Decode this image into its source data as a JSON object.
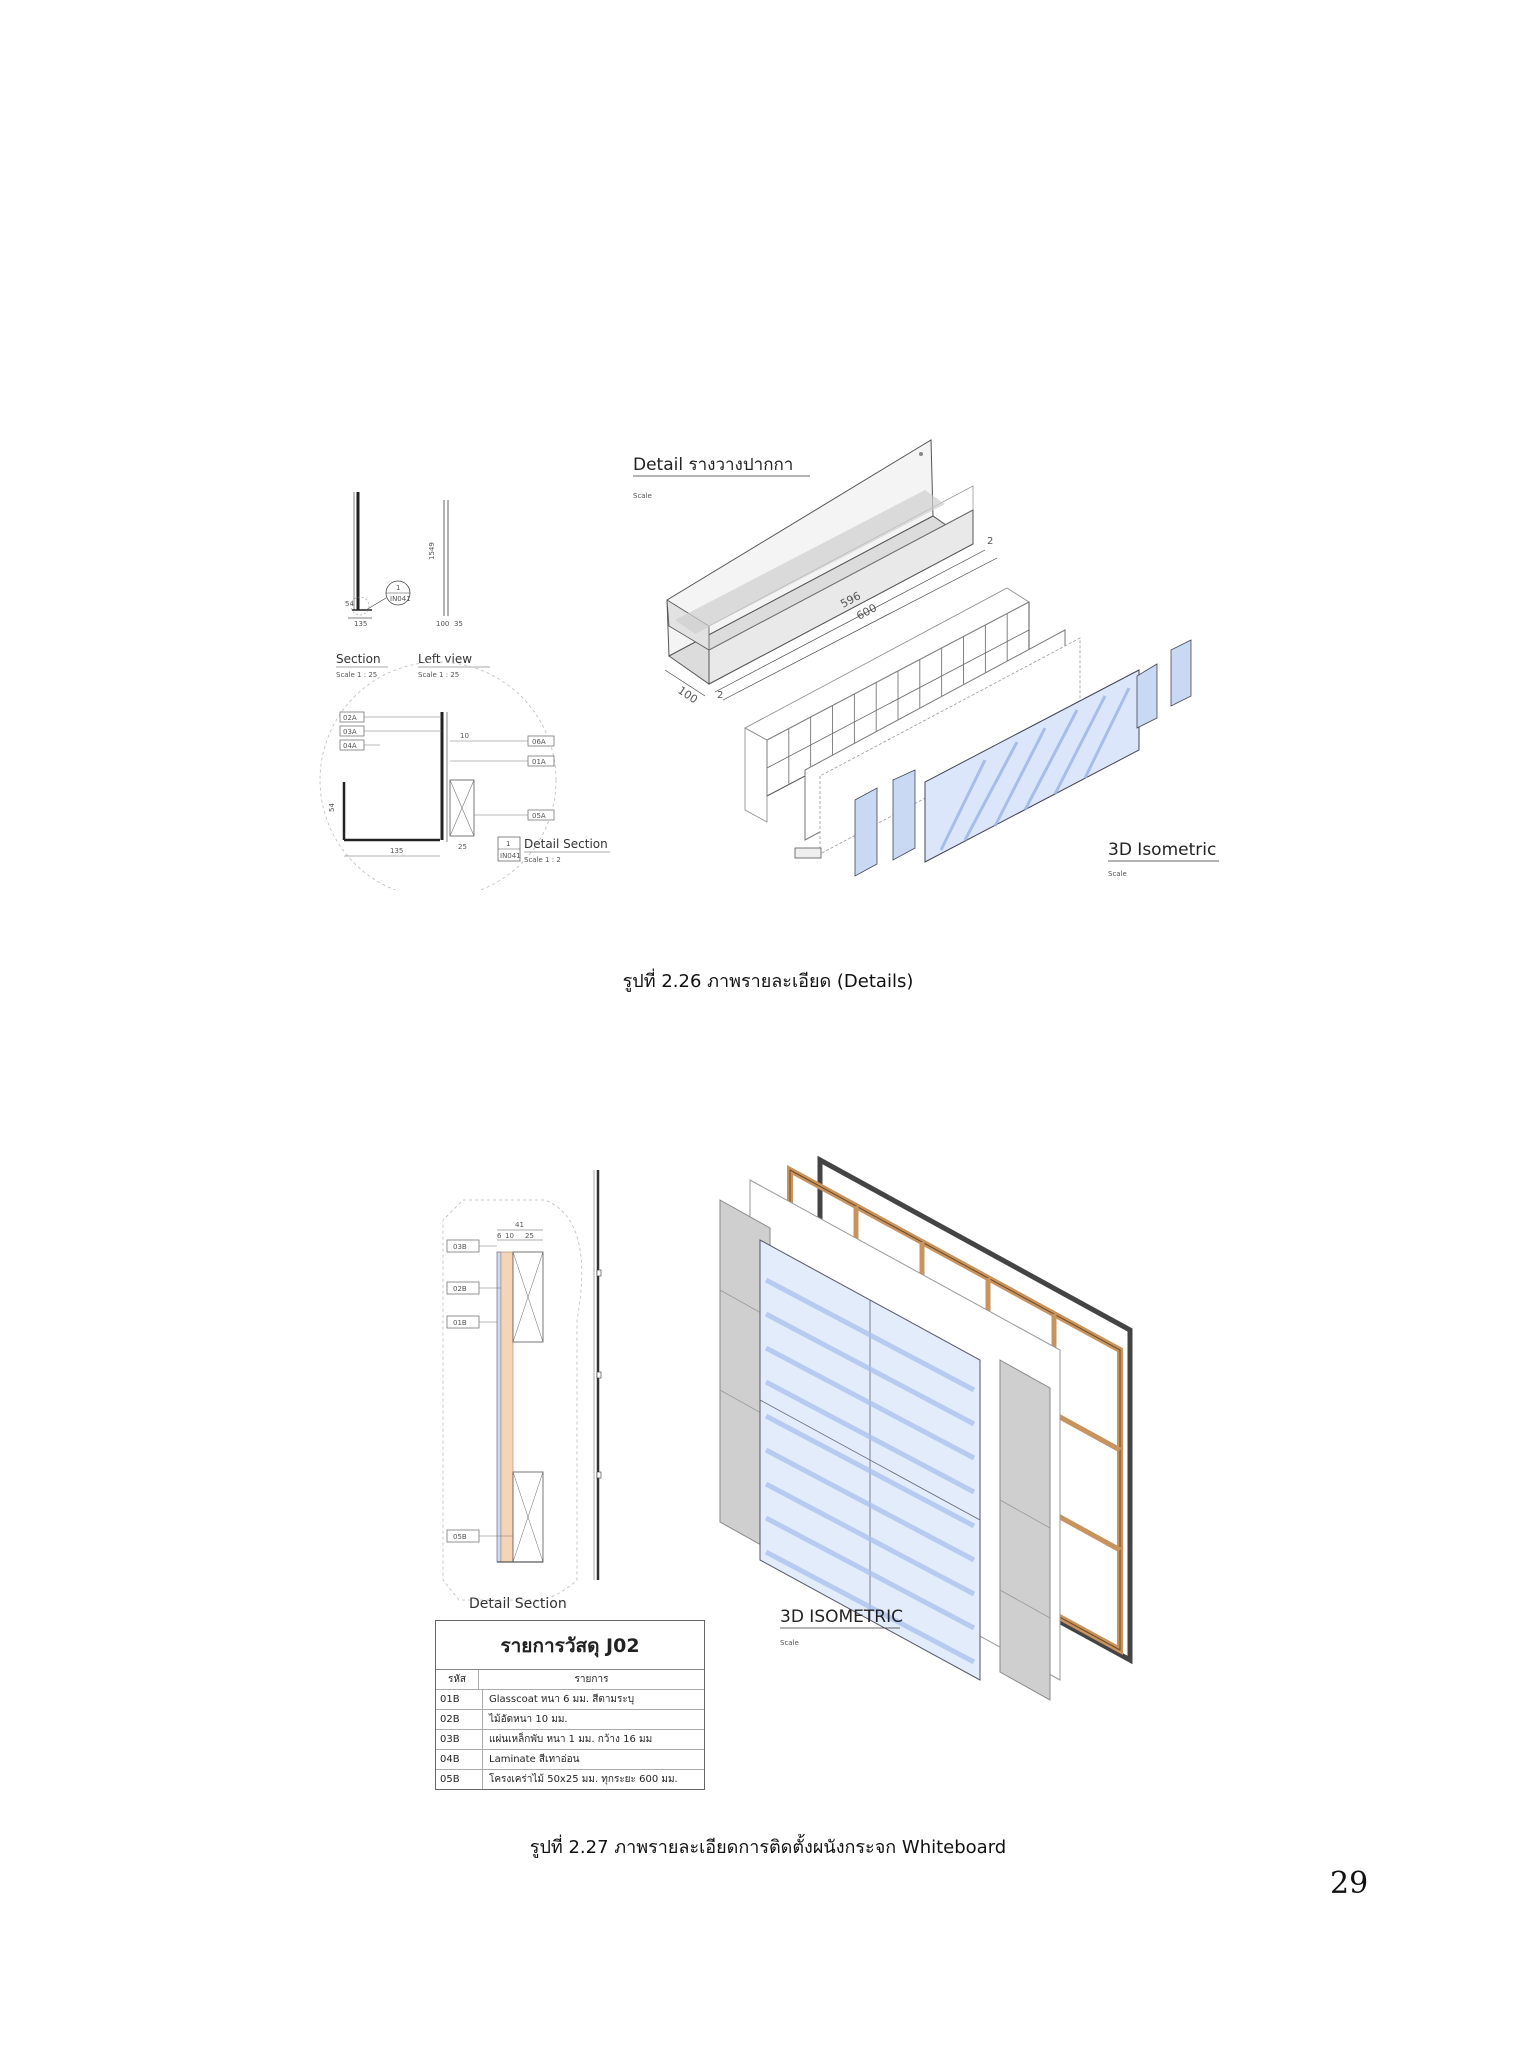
{
  "figure1": {
    "section_label": "Section",
    "section_scale": "Scale 1 : 25",
    "leftview_label": "Left view",
    "leftview_scale": "Scale 1 : 25",
    "callout_num": "1",
    "callout_ref": "IN041",
    "detail_section_label": "Detail Section",
    "detail_section_scale": "Scale 1 : 2",
    "detail_callout_num": "1",
    "detail_callout_ref": "IN041",
    "tags_left": [
      "02A",
      "03A",
      "04A"
    ],
    "tags_right": [
      "06A",
      "01A",
      "05A"
    ],
    "dims": {
      "d135": "135",
      "d25": "25",
      "d54": "54",
      "d100": "100",
      "d35": "35",
      "d1549": "1549",
      "d10": "10"
    },
    "detail_title": "Detail รางวางปากกา",
    "detail_scale": "Scale",
    "iso_dims": {
      "length_inner": "596",
      "length_outer": "600",
      "depth": "100",
      "side": "2",
      "side2": "2"
    },
    "iso_title": "3D Isometric",
    "iso_scale": "Scale",
    "caption": "รูปที่ 2.26 ภาพรายละเอียด (Details)"
  },
  "figure2": {
    "dims": {
      "total": "41",
      "a": "6",
      "b": "10",
      "c": "25"
    },
    "tags": [
      "03B",
      "02B",
      "01B",
      "05B"
    ],
    "detail_section_label": "Detail Section",
    "iso_title": "3D ISOMETRIC",
    "iso_scale": "Scale",
    "table": {
      "title": "รายการวัสดุ J02",
      "header_code": "รหัส",
      "header_desc": "รายการ",
      "rows": [
        {
          "code": "01B",
          "desc": "Glasscoat หนา 6 มม. สีตามระบุ"
        },
        {
          "code": "02B",
          "desc": "ไม้อัดหนา 10 มม."
        },
        {
          "code": "03B",
          "desc": "แผ่นเหล็กพับ หนา 1 มม. กว้าง 16 มม"
        },
        {
          "code": "04B",
          "desc": "Laminate สีเทาอ่อน"
        },
        {
          "code": "05B",
          "desc": "โครงเคร่าไม้ 50x25 มม. ทุกระยะ 600 มม."
        }
      ]
    },
    "caption": "รูปที่ 2.27 ภาพรายละเอียดการติดตั้งผนังกระจก Whiteboard"
  },
  "page_number": "29"
}
